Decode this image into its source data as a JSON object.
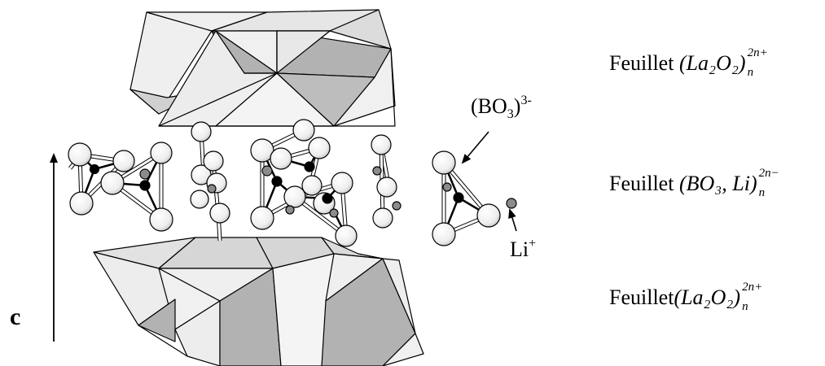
{
  "labels": {
    "sheet_top": {
      "word": "Feuillet",
      "formula": "(La₂O₂)",
      "sup": "2n+",
      "sub": "n"
    },
    "sheet_middle": {
      "word": "Feuillet",
      "formula": "(BO₃, Li)",
      "sup": "2n−",
      "sub": "n"
    },
    "sheet_bottom": {
      "word": "Feuillet",
      "formula": "(La₂O₂)",
      "sup": "2n+",
      "sub": "n"
    },
    "borate": {
      "base": "(BO",
      "sub": "3",
      "close": ")",
      "sup": "3-"
    },
    "lithium": {
      "base": "Li",
      "sup": "+"
    },
    "axis": "c"
  },
  "colors": {
    "face_light": "#efefef",
    "face_dark": "#b2b2b2",
    "atom_fill": "#f2f2f2",
    "boron_fill": "#000000",
    "lithium_fill": "#8c8c8c",
    "edge": "#000000"
  }
}
